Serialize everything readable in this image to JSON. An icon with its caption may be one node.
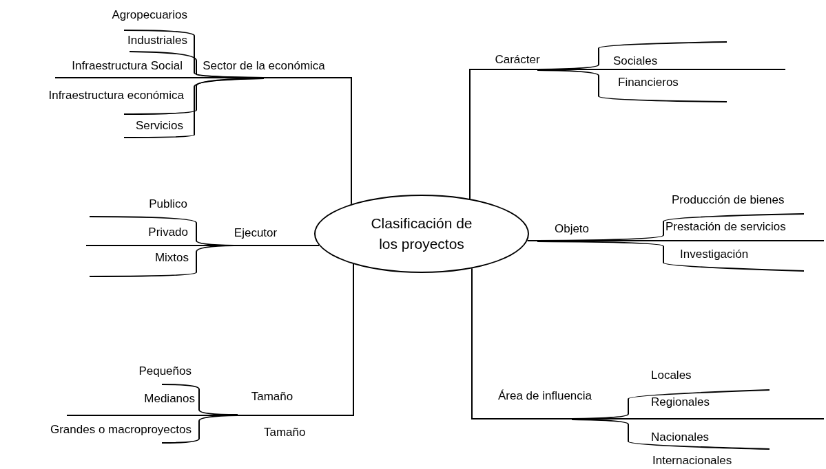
{
  "diagram": {
    "nodes": [
      {
        "text": [
          "Clasificación de los proyectos"
        ]
      },
      {
        "text": [
          "Sector de la económica"
        ]
      },
      {
        "text": [
          "Carácter"
        ]
      },
      {
        "text": [
          "Ejecutor"
        ]
      },
      {
        "text": [
          "Objeto"
        ]
      },
      {
        "text": [
          "Tamaño"
        ]
      },
      {
        "text": [
          "Área de influencia"
        ]
      }
    ],
    "edges": [
      {
        "from": 0,
        "to": 1,
        "arrow": "none"
      },
      {
        "from": 0,
        "to": 2,
        "arrow": "none"
      },
      {
        "from": 0,
        "to": 3,
        "arrow": "none"
      },
      {
        "from": 0,
        "to": 4,
        "arrow": "none"
      },
      {
        "from": 0,
        "to": 5,
        "arrow": "none"
      },
      {
        "from": 0,
        "to": 6,
        "arrow": "none"
      }
    ],
    "labels": [
      "Agropecuarios",
      "Industriales",
      "Infraestructura Social",
      "Infraestructura económica",
      "Servicios",
      "Sociales",
      "Financieros",
      "Publico",
      "Privado",
      "Mixtos",
      "Producción de bienes",
      "Prestación de servicios",
      "Investigación",
      "Pequeños",
      "Medianos",
      "Grandes o macroproyectos",
      "Tamaño",
      "Locales",
      "Regionales",
      "Nacionales",
      "Internacionales"
    ]
  }
}
